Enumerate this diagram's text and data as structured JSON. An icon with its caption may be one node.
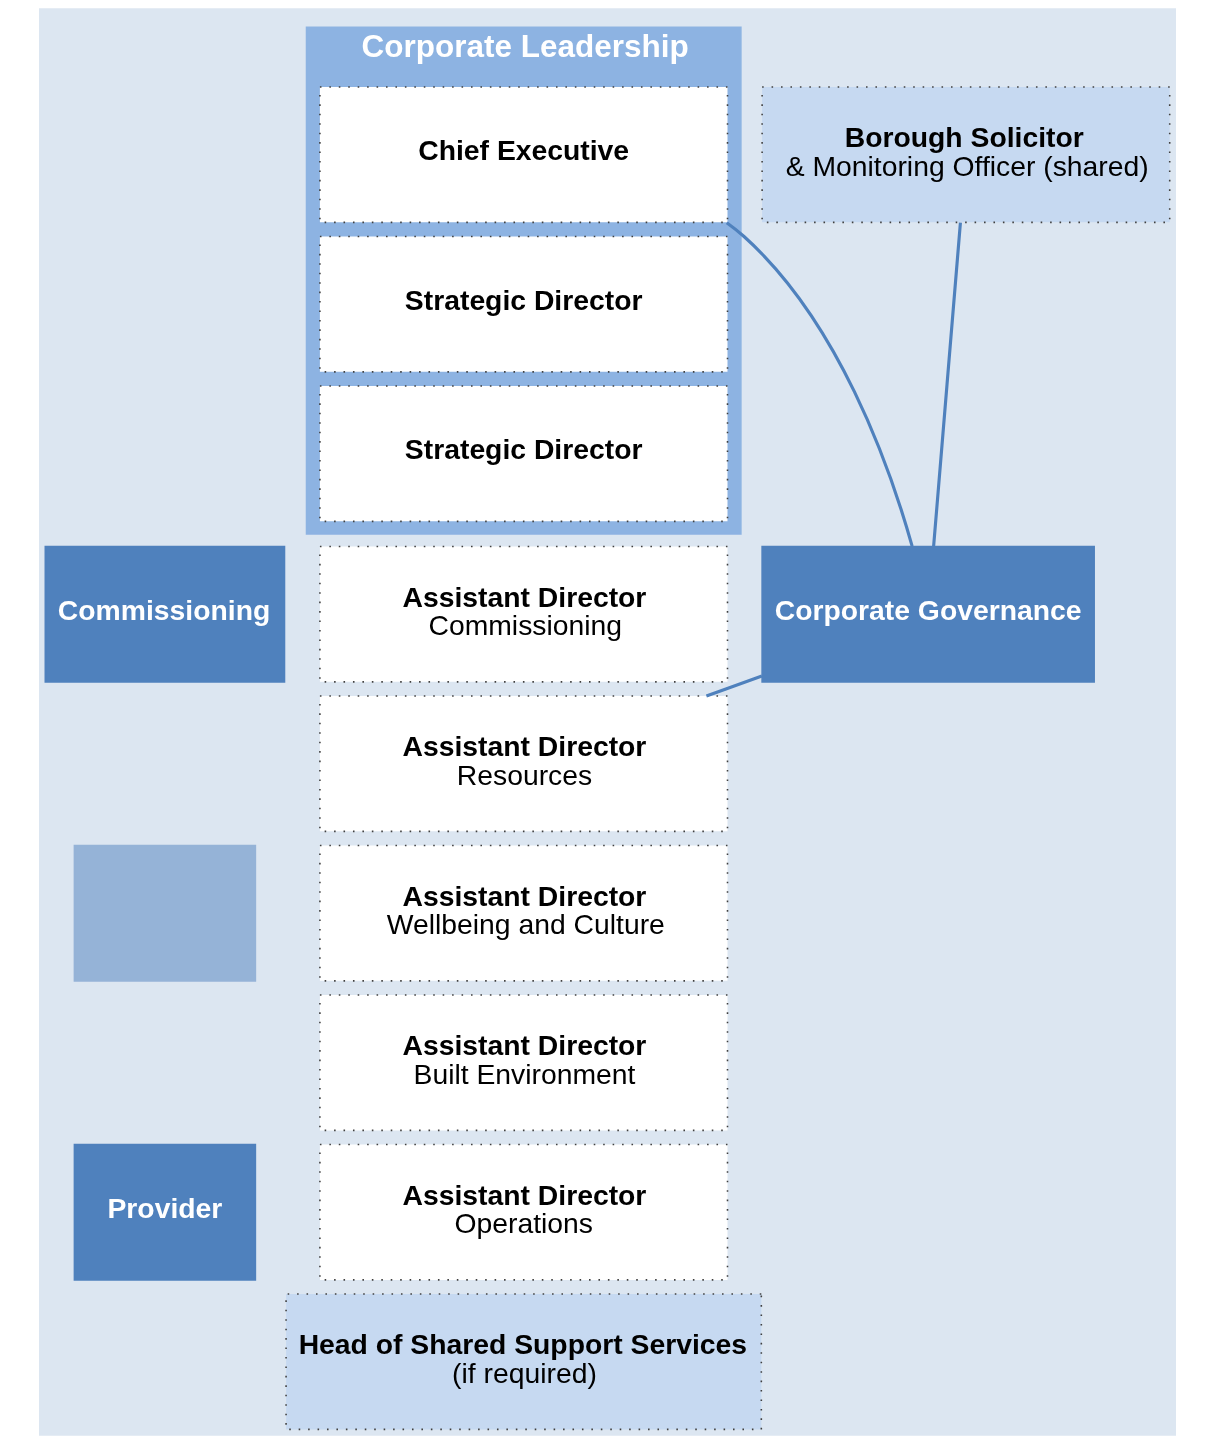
{
  "diagram": {
    "nodes": [
      {
        "text": [
          "Corporate Leadership"
        ]
      },
      {
        "text": [
          "Chief Executive"
        ],
        "in": 0
      },
      {
        "text": [
          "Strategic Director"
        ],
        "in": 0
      },
      {
        "text": [
          "Strategic Director"
        ],
        "in": 0
      },
      {
        "text": [
          "Assistant Director",
          "Commissioning"
        ]
      },
      {
        "text": [
          "Assistant Director",
          "Resources"
        ]
      },
      {
        "text": [
          "Assistant Director",
          "Wellbeing and Culture"
        ]
      },
      {
        "text": [
          "Assistant Director",
          "Built Environment"
        ]
      },
      {
        "text": [
          "Assistant Director",
          "Operations"
        ]
      },
      {
        "text": [
          "Head of Shared Support Services",
          "(if required)"
        ]
      },
      {
        "text": [
          "Corporate Governance"
        ]
      },
      {
        "text": [
          "Borough Solicitor",
          "& Monitoring Officer (shared)"
        ]
      },
      {
        "text": [
          "Commissioning"
        ]
      },
      {
        "text": [],
        "shape": "bar"
      },
      {
        "text": [
          "Provider"
        ]
      }
    ],
    "edges": [
      {
        "from": 1,
        "to": 10,
        "arrow": "none"
      },
      {
        "from": 10,
        "to": 11,
        "arrow": "none"
      },
      {
        "from": 10,
        "to": 5,
        "arrow": "none"
      }
    ]
  }
}
